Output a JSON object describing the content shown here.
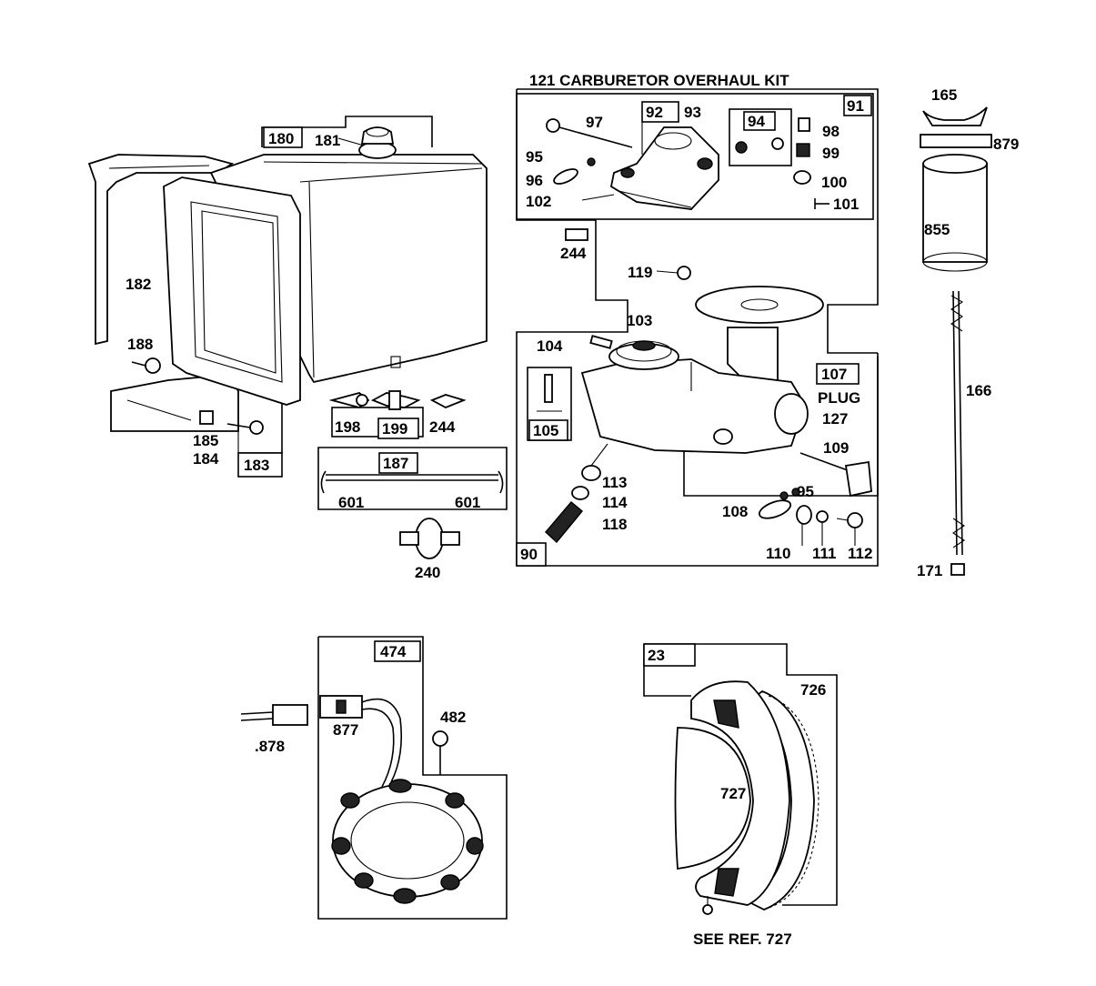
{
  "title": "121 CARBURETOR OVERHAUL KIT",
  "labels": {
    "l165": "165",
    "l879": "879",
    "l855": "855",
    "l166": "166",
    "l171": "171",
    "l180": "180",
    "l181": "181",
    "l182": "182",
    "l188": "188",
    "l185": "185",
    "l184": "184",
    "l183": "183",
    "l91": "91",
    "l92": "92",
    "l93": "93",
    "l94": "94",
    "l97": "97",
    "l98": "98",
    "l99": "99",
    "l95a": "95",
    "l96": "96",
    "l100": "100",
    "l101": "101",
    "l102": "102",
    "l244a": "244",
    "l119": "119",
    "l103": "103",
    "l104": "104",
    "l105": "105",
    "l107": "107",
    "plug": "PLUG",
    "l127": "127",
    "l109": "109",
    "l95b": "95",
    "l108": "108",
    "l113": "113",
    "l114": "114",
    "l118": "118",
    "l90": "90",
    "l110": "110",
    "l111": "111",
    "l112": "112",
    "l198": "198",
    "l199": "199",
    "l244b": "244",
    "l187": "187",
    "l601a": "601",
    "l601b": "601",
    "l240": "240",
    "l474": "474",
    "l482": "482",
    "l877": "877",
    "l878": ".878",
    "l23": "23",
    "l726": "726",
    "l727": "727",
    "seeref": "SEE REF. 727"
  }
}
